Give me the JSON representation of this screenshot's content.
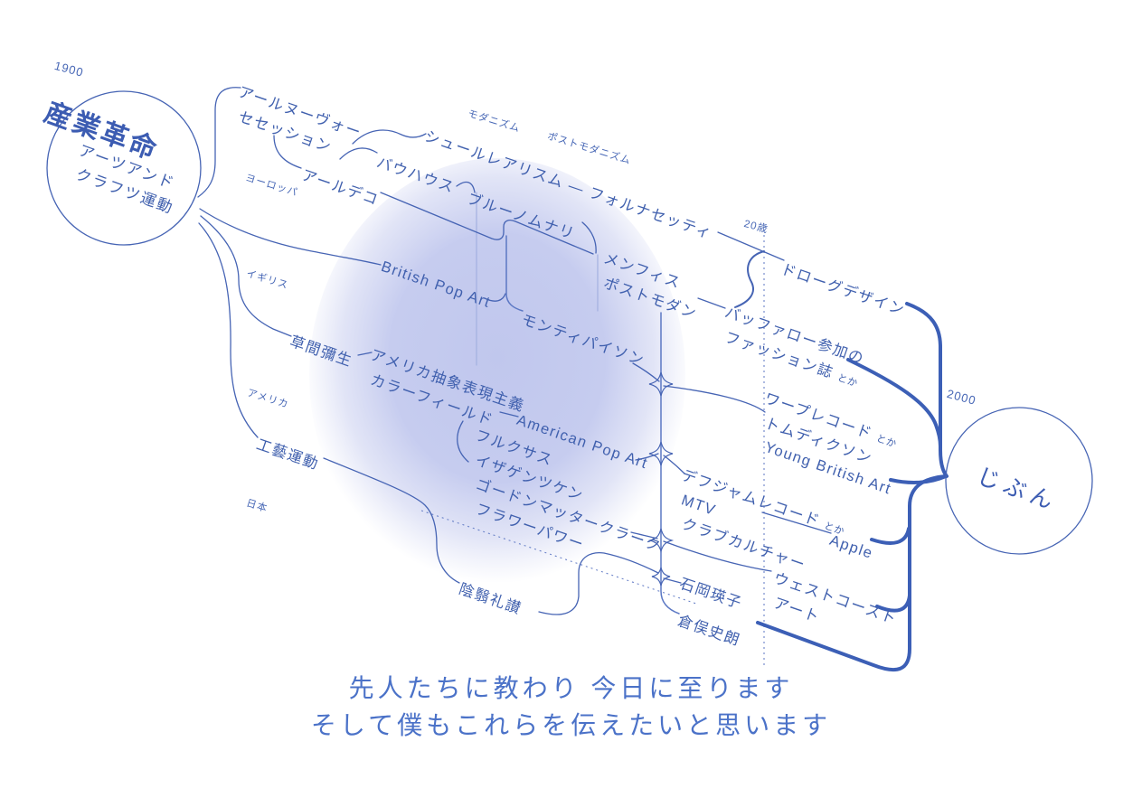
{
  "meta": {
    "year_start": "1900",
    "year_end": "2000",
    "age_marker": "20歳"
  },
  "colors": {
    "ink": "#4060ae",
    "line": "#4664b4",
    "line_light": "#a3b0e0",
    "spine": "#5c78c4",
    "thick": "#3c5fb6",
    "blob": "#bdc4ec",
    "caption": "#4b72c8"
  },
  "start": {
    "title": "産業革命",
    "movement_lines": [
      "アーツアンド",
      "クラフツ運動"
    ]
  },
  "end": {
    "label": "じぶん"
  },
  "regions": {
    "europe": "ヨーロッパ",
    "uk": "イギリス",
    "usa": "アメリカ",
    "japan": "日本"
  },
  "eras": {
    "modernism": "モダニズム",
    "postmodernism": "ポストモダニズム"
  },
  "nodes": {
    "art_nouveau_lines": [
      "アールヌーヴォー",
      "セセッション"
    ],
    "art_deco": "アールデコ",
    "bauhaus": "バウハウス",
    "surrealism_fornasetti": "シュールレアリスム ― フォルナセッティ",
    "bruno_munari": "ブルーノムナリ",
    "british_pop_art": "British Pop Art",
    "memphis_lines": [
      "メンフィス",
      "ポストモダン"
    ],
    "monty_python": "モンティパイソン",
    "droog": "ドローグデザイン",
    "buffalo_line1": "バッファロー参加の",
    "buffalo_line2": "ファッション誌",
    "buffalo_suffix": "とか",
    "kusama": "草間彌生",
    "abstract_expressionism_lines": [
      "アメリカ抽象表現主義",
      "カラーフィールド"
    ],
    "american_pop_art": "American Pop Art",
    "kogei": "工藝運動",
    "fluxus_lines": [
      "フルクサス",
      "イザゲンツケン",
      "ゴードンマッタークラーク",
      "フラワーパワー"
    ],
    "warp_line1": "ワープレコード",
    "warp_suffix": "とか",
    "warp_lines": [
      "トムディクソン",
      "Young British Art"
    ],
    "defjam_line1": "デフジャムレコード",
    "defjam_suffix": "とか",
    "defjam_lines": [
      "MTV",
      "クラブカルチャー"
    ],
    "apple": "Apple",
    "inei_raisan": "陰翳礼讃",
    "eiko_ishioka": "石岡瑛子",
    "shiro_kuramata": "倉俣史朗",
    "west_coast_lines": [
      "ウェストコースト",
      "アート"
    ]
  },
  "caption": {
    "line1": "先人たちに教わり 今日に至ります",
    "line2": "そして僕もこれらを伝えたいと思います"
  }
}
